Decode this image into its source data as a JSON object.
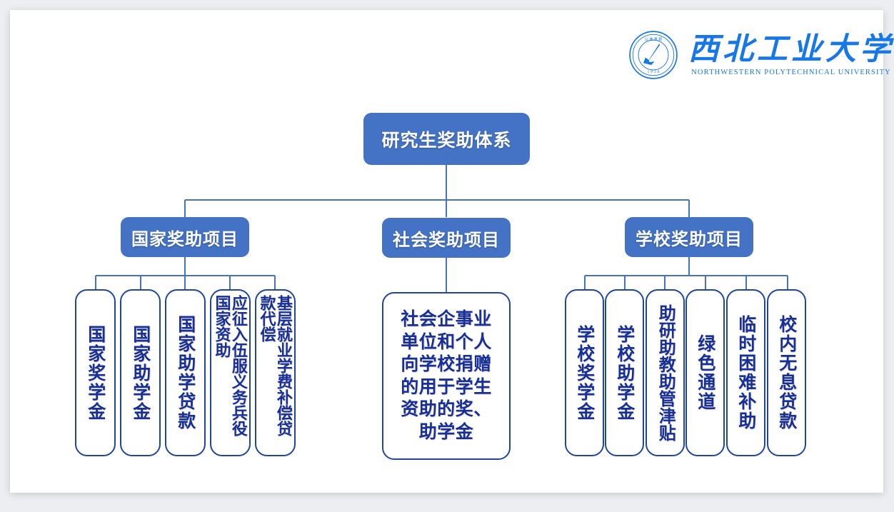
{
  "slide": {
    "background_color": "#ffffff",
    "page_background_color": "#eceef1"
  },
  "logo": {
    "name_cn": "西北工业大学",
    "name_en": "NORTHWESTERN  POLYTECHNICAL  UNIVERSITY",
    "emblem_name": "npu-circular-emblem",
    "color": "#1677e8"
  },
  "colors": {
    "node_fill": "#4472c4",
    "node_text": "#ffffff",
    "leaf_border": "#1f47a0",
    "leaf_text": "#16309a",
    "connector": "#4472c4"
  },
  "chart_data": {
    "type": "tree",
    "title": "研究生奖助体系",
    "root": {
      "label": "研究生奖助体系",
      "style": "filled"
    },
    "branches": [
      {
        "label": "国家奖助项目",
        "style": "filled",
        "children": [
          {
            "label": "国家奖学金",
            "orientation": "vertical"
          },
          {
            "label": "国家助学金",
            "orientation": "vertical"
          },
          {
            "label": "国家助学贷款",
            "orientation": "vertical"
          },
          {
            "label": "应征入伍服义务兵役国家资助",
            "orientation": "vertical-2col"
          },
          {
            "label": "基层就业学费补偿贷款代偿",
            "orientation": "vertical-2col"
          }
        ]
      },
      {
        "label": "社会奖助项目",
        "style": "filled",
        "children": [
          {
            "label": "社会企事业单位和个人向学校捐赠的用于学生资助的奖、助学金",
            "orientation": "horizontal"
          }
        ]
      },
      {
        "label": "学校奖助项目",
        "style": "filled",
        "children": [
          {
            "label": "学校奖学金",
            "orientation": "vertical"
          },
          {
            "label": "学校助学金",
            "orientation": "vertical"
          },
          {
            "label": "助研助教助管津贴",
            "orientation": "vertical"
          },
          {
            "label": "绿色通道",
            "orientation": "vertical"
          },
          {
            "label": "临时困难补助",
            "orientation": "vertical"
          },
          {
            "label": "校内无息贷款",
            "orientation": "vertical"
          }
        ]
      }
    ]
  }
}
